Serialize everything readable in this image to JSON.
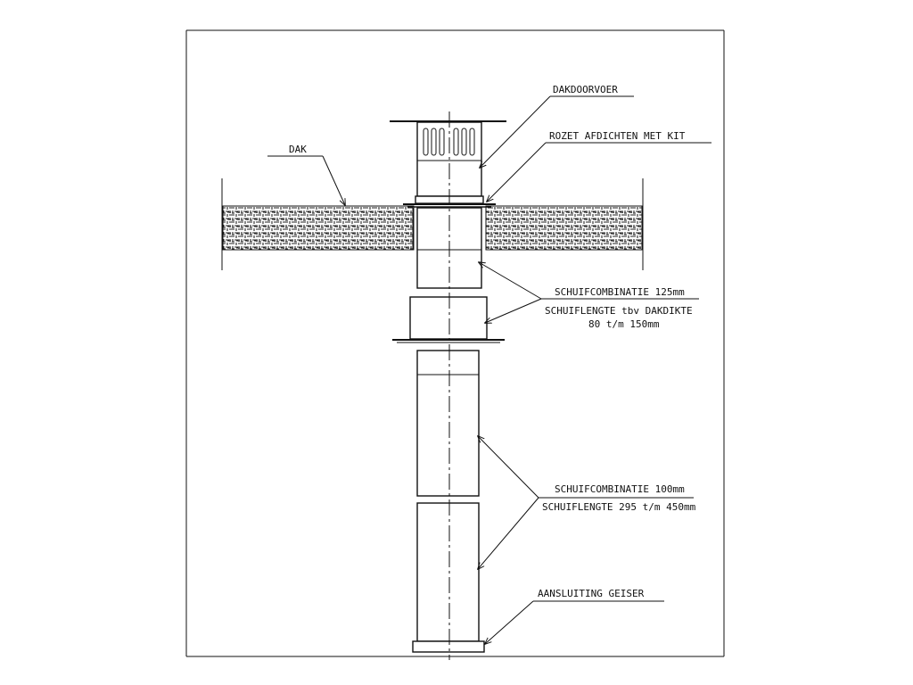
{
  "labels": {
    "dakdoorvoer": "DAKDOORVOER",
    "rozet": "ROZET AFDICHTEN MET KIT",
    "dak": "DAK",
    "schuif125": "SCHUIFCOMBINATIE 125mm",
    "schuiflengte_dak": "SCHUIFLENGTE tbv DAKDIKTE",
    "range_80_150": "80 t/m 150mm",
    "schuif100": "SCHUIFCOMBINATIE 100mm",
    "schuiflengte_295": "SCHUIFLENGTE 295 t/m 450mm",
    "aansluiting": "AANSLUITING GEISER"
  },
  "colors": {
    "line": "#111111",
    "background": "#ffffff"
  }
}
